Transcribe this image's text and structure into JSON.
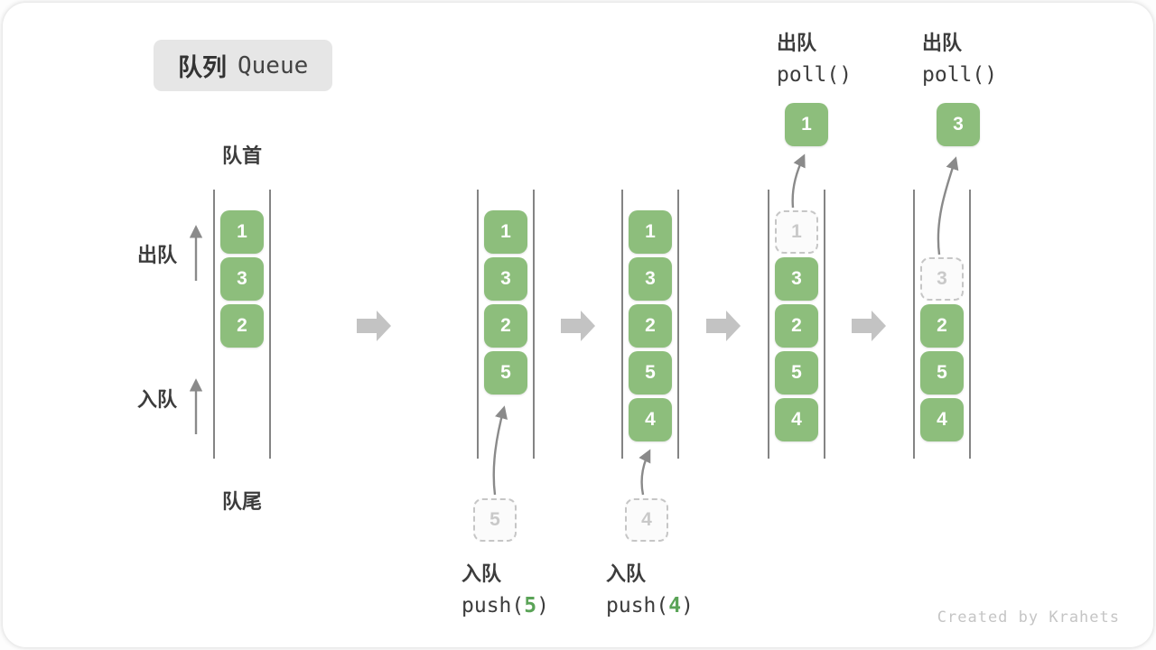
{
  "title": {
    "zh": "队列",
    "en": "Queue"
  },
  "ends": {
    "front": "队首",
    "rear": "队尾"
  },
  "side": {
    "dequeue": "出队",
    "enqueue": "入队"
  },
  "queues": [
    {
      "cells": [
        "1",
        "3",
        "2"
      ]
    },
    {
      "cells": [
        "1",
        "3",
        "2",
        "5"
      ],
      "incoming": "5"
    },
    {
      "cells": [
        "1",
        "3",
        "2",
        "5",
        "4"
      ],
      "incoming": "4"
    },
    {
      "cells": [
        "3",
        "2",
        "5",
        "4"
      ],
      "removed": "1",
      "out": "1"
    },
    {
      "cells": [
        "2",
        "5",
        "4"
      ],
      "removed": "3",
      "out": "3"
    }
  ],
  "ops": {
    "push5": {
      "label": "入队",
      "fn_pre": "push(",
      "fn_arg": "5",
      "fn_post": ")"
    },
    "push4": {
      "label": "入队",
      "fn_pre": "push(",
      "fn_arg": "4",
      "fn_post": ")"
    },
    "poll1": {
      "label": "出队",
      "fn": "poll()"
    },
    "poll2": {
      "label": "出队",
      "fn": "poll()"
    }
  },
  "watermark": "Created by Krahets",
  "colors": {
    "cell_green": "#8dbe7c",
    "code_green": "#5aa357",
    "block_arrow_gray": "#c3c3c3",
    "line_gray": "#4f4f4f",
    "badge_gray": "#e6e6e6"
  }
}
